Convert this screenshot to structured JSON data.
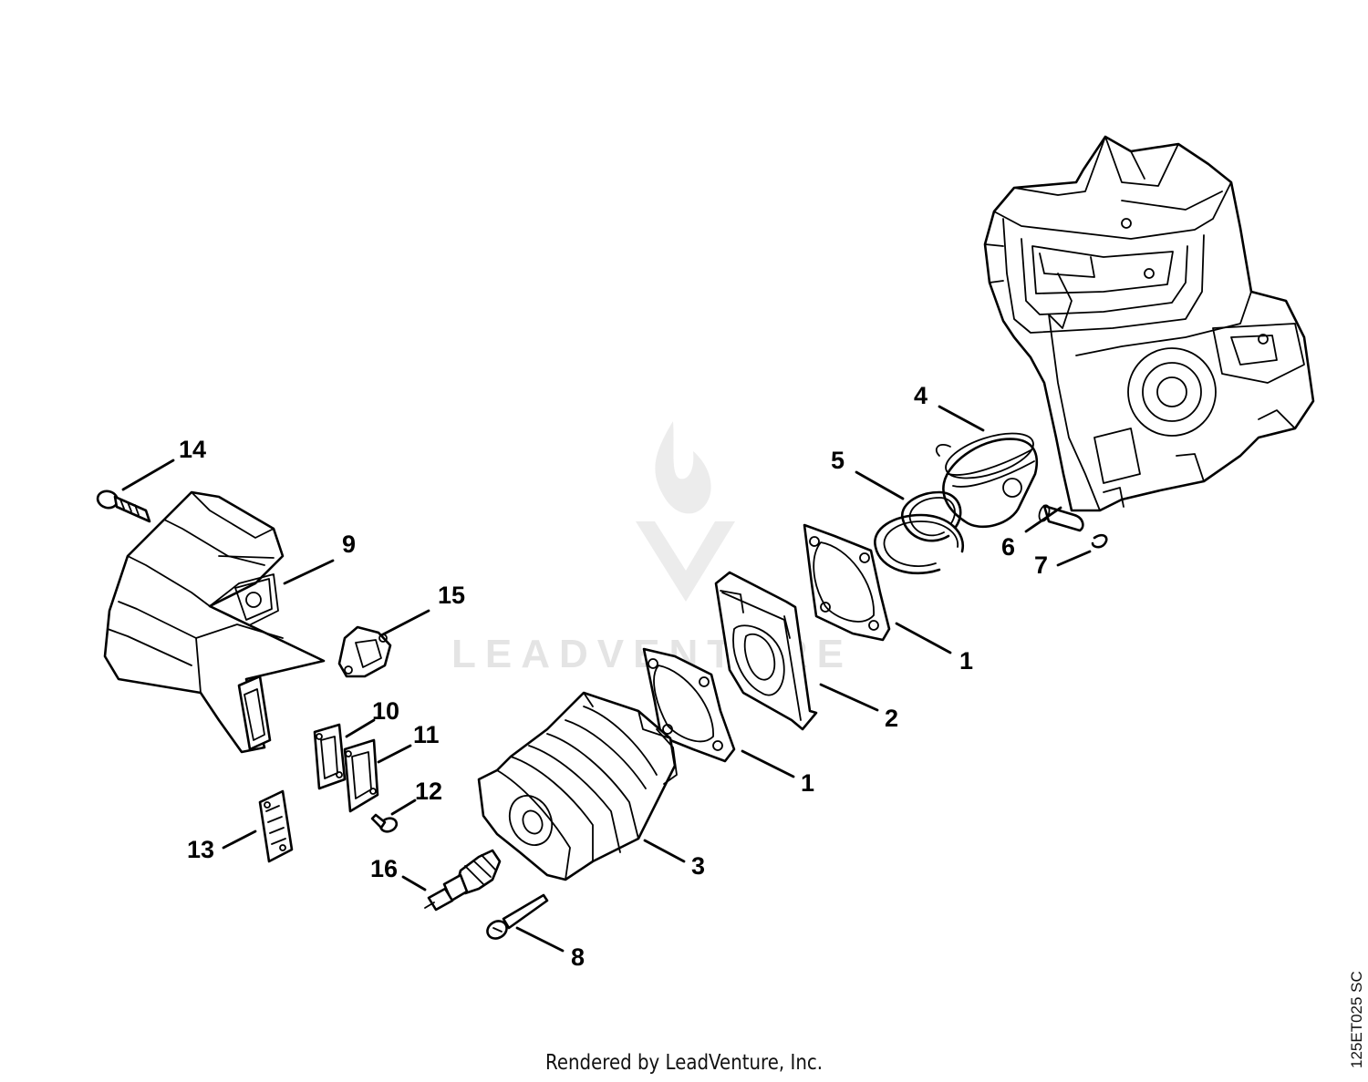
{
  "watermark": {
    "text": "LEADVENTURE"
  },
  "callouts": {
    "c1a": "1",
    "c1b": "1",
    "c2": "2",
    "c3": "3",
    "c4": "4",
    "c5": "5",
    "c6": "6",
    "c7": "7",
    "c8": "8",
    "c9": "9",
    "c10": "10",
    "c11": "11",
    "c12": "12",
    "c13": "13",
    "c14": "14",
    "c15": "15",
    "c16": "16"
  },
  "footer": {
    "text": "Rendered by LeadVenture, Inc."
  },
  "diagram_code": "125ET025 SC",
  "colors": {
    "line": "#000000",
    "background": "#ffffff",
    "watermark": "#e4e4e4"
  }
}
